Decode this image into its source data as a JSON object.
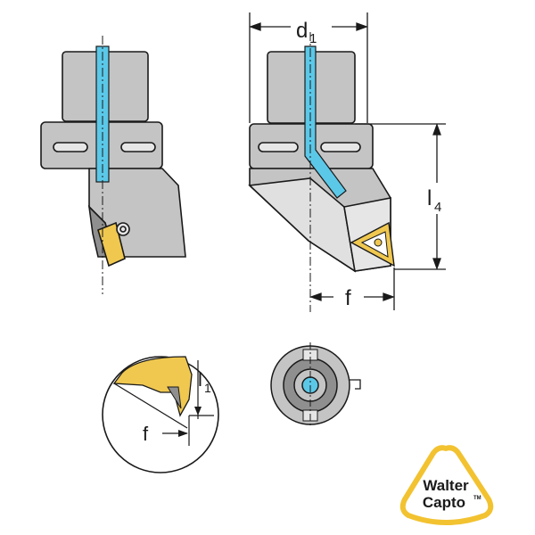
{
  "dimensions": {
    "d1_main": "d",
    "d1_sub": "1",
    "l4_main": "l",
    "l4_sub": "4",
    "f_top": "f",
    "l1_main": "l",
    "l1_sub": "1",
    "f_detail": "f"
  },
  "logo": {
    "line1": "Walter",
    "line2": "Capto",
    "tm": "TM"
  },
  "colors": {
    "body_gray": "#c4c4c4",
    "dark_gray": "#8f8f8f",
    "coolant_blue": "#5bc8e8",
    "insert_gold": "#f0c850",
    "logo_border": "#f2c230",
    "outline": "#1a1a1a"
  }
}
